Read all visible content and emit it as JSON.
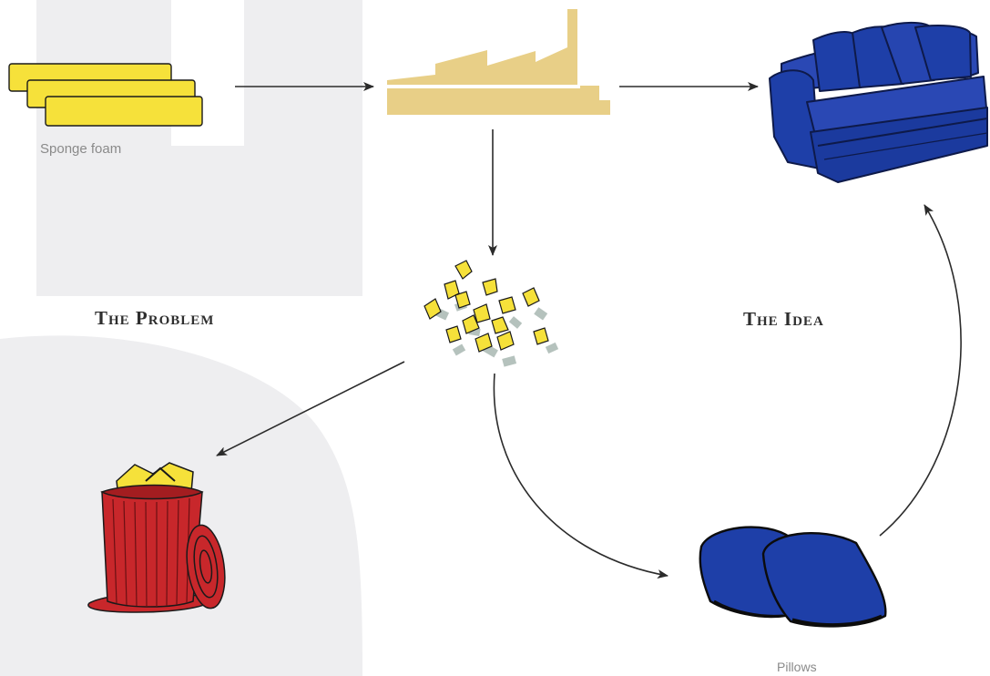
{
  "headings": {
    "problem": "The Problem",
    "idea": "The Idea"
  },
  "captions": {
    "sponge_foam": "Sponge foam",
    "pillows": "Pillows"
  },
  "icons": {
    "sponge": "sponge-foam-slabs-icon",
    "factory": "factory-icon",
    "sofa": "sofa-icon",
    "scraps": "foam-scraps-icon",
    "trash": "trash-can-icon",
    "pillows": "pillows-icon"
  },
  "colors": {
    "sponge_yellow": "#F6E13A",
    "factory_tan": "#E8CF87",
    "sofa_blue": "#1E3FA8",
    "trash_red": "#C8272B",
    "background_shape": "#EEEEF0",
    "arrow": "#2b2b2b"
  }
}
